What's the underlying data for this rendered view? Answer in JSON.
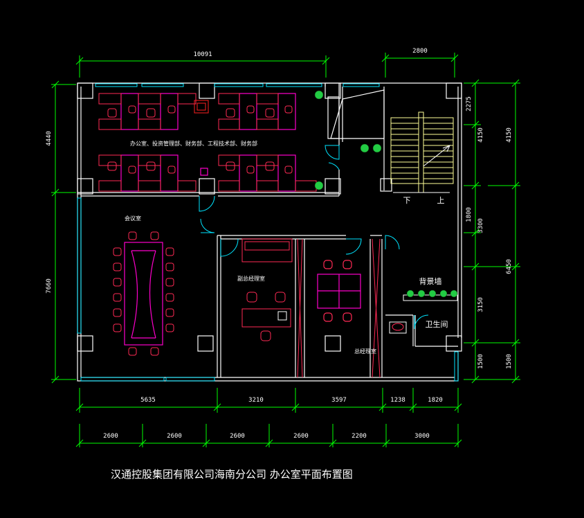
{
  "title": "汉通控股集团有限公司海南分公司  办公室平面布置图",
  "dimensions": {
    "top_width": "10091",
    "top_right": "2800",
    "left_upper": "4440",
    "left_lower": "7660",
    "right_inner": [
      "2275",
      "4150",
      "1800",
      "3150",
      "1500"
    ],
    "right_outer": [
      "4150",
      "3300",
      "6450",
      "1500"
    ],
    "bottom_row1": [
      "5635",
      "3210",
      "3597",
      "1238",
      "1820"
    ],
    "bottom_row2": [
      "2600",
      "2600",
      "2600",
      "2600",
      "2200",
      "3000"
    ]
  },
  "rooms": {
    "open_office": "办公室、投资管理部、财务部、工程技术部、财务部",
    "meeting": "会议室",
    "deputy_gm": "副总经理室",
    "gm": "总经理室",
    "background_wall": "背景墙",
    "toilet": "卫生间",
    "stair_down": "下",
    "stair_up": "上"
  },
  "colors": {
    "dimension": "#00ff00",
    "wall": "#ffffff",
    "furniture": "#ff2a55",
    "desk": "#ff00cc",
    "window": "#00e5ff",
    "stair": "#ffff99",
    "plant": "#22cc44"
  }
}
